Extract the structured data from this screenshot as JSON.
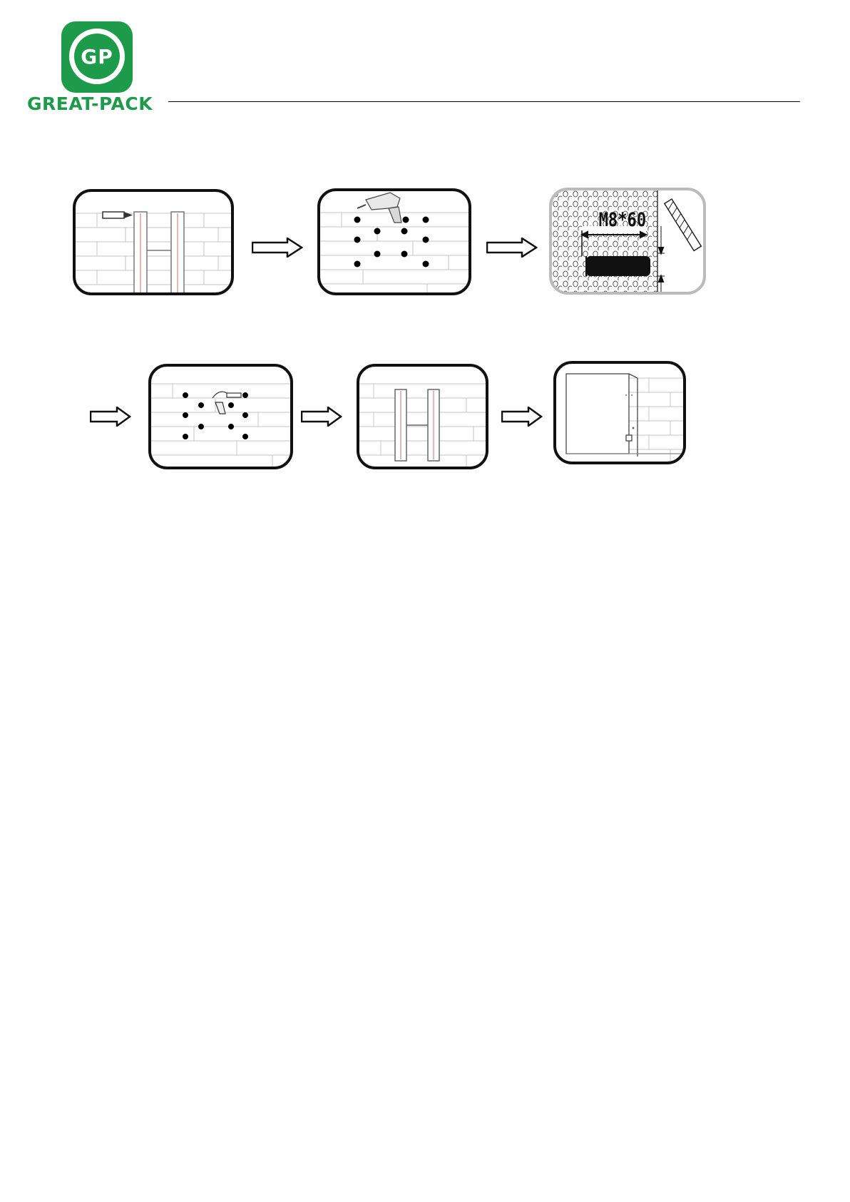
{
  "header": {
    "logo_initials": "GP",
    "logo_name": "GREAT-PACK",
    "logo_colors": {
      "green": "#1e9b4a",
      "white": "#ffffff"
    }
  },
  "steps_row_1": [
    {
      "icon": "pencil-icon",
      "scene": "mark-bracket-position-on-wall"
    },
    {
      "icon": "drill-icon",
      "scene": "drill-holes-in-wall"
    },
    {
      "icon": "anchor-bolt-icon",
      "scene": "anchor-bolt-size",
      "label": "M8*60"
    }
  ],
  "steps_row_2": [
    {
      "icon": "wrench-icon",
      "scene": "insert-bolts"
    },
    {
      "icon": "bracket-icon",
      "scene": "mount-bracket"
    },
    {
      "icon": "battery-cabinet-icon",
      "scene": "hang-unit-on-bracket"
    }
  ]
}
